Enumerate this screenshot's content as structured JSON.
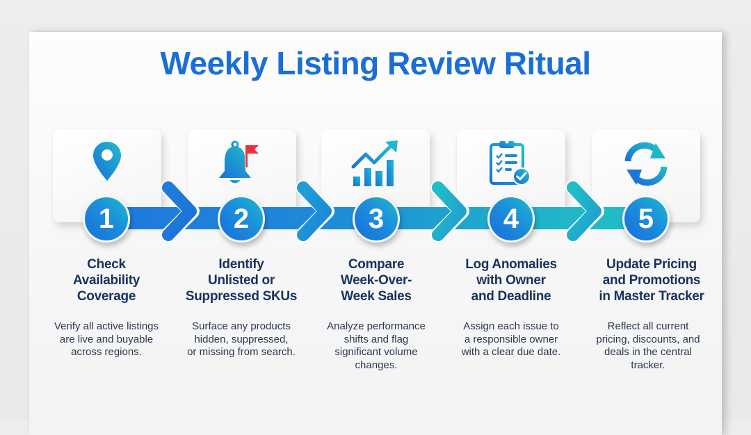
{
  "title": "Weekly Listing Review Ritual",
  "colors": {
    "title": "#1a6fd6",
    "step_title": "#17325e",
    "step_desc": "#2b3850",
    "gradient_start": "#1f78dc",
    "gradient_end": "#22bec6",
    "flag_red": "#e8333b"
  },
  "steps": [
    {
      "number": "1",
      "icon": "map-pin-icon",
      "title": "Check Availability Coverage",
      "title_lines": [
        "Check",
        "Availability",
        "Coverage"
      ],
      "description": "Verify all active listings are live and buyable across regions.",
      "description_lines": [
        "Verify all active listings",
        "are live and buyable",
        "across regions."
      ]
    },
    {
      "number": "2",
      "icon": "bell-flag-icon",
      "title": "Identify Unlisted or Suppressed SKUs",
      "title_lines": [
        "Identify",
        "Unlisted or",
        "Suppressed SKUs"
      ],
      "description": "Surface any products hidden, suppressed, or missing from search.",
      "description_lines": [
        "Surface any products",
        "hidden, suppressed,",
        "or missing from search."
      ]
    },
    {
      "number": "3",
      "icon": "trending-bar-chart-icon",
      "title": "Compare Week-Over-Week Sales",
      "title_lines": [
        "Compare",
        "Week-Over-",
        "Week Sales"
      ],
      "description": "Analyze performance shifts and flag significant volume changes.",
      "description_lines": [
        "Analyze performance",
        "shifts and flag",
        "significant volume",
        "changes."
      ]
    },
    {
      "number": "4",
      "icon": "clipboard-checklist-icon",
      "title": "Log Anomalies with Owner and Deadline",
      "title_lines": [
        "Log Anomalies",
        "with Owner",
        "and Deadline"
      ],
      "description": "Assign each issue to a responsible owner with a clear due date.",
      "description_lines": [
        "Assign each issue to",
        "a responsible owner",
        "with a clear due date."
      ]
    },
    {
      "number": "5",
      "icon": "refresh-sync-icon",
      "title": "Update Pricing and Promotions in Master Tracker",
      "title_lines": [
        "Update Pricing",
        "and Promotions",
        "in Master Tracker"
      ],
      "description": "Reflect all current pricing, discounts, and deals in the central tracker.",
      "description_lines": [
        "Reflect all current",
        "pricing, discounts, and",
        "deals in the central",
        "tracker."
      ]
    }
  ]
}
